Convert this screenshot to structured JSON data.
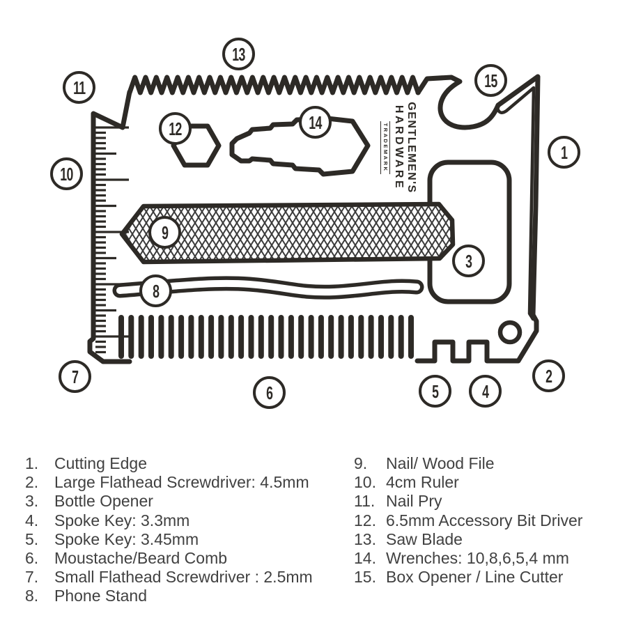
{
  "artwork": {
    "ink": "#2d2a26",
    "legend_text_color": "#414141",
    "saw_tooth_count": 27,
    "comb_tooth_count": 30,
    "ruler_tick_count": 44
  },
  "brand": {
    "line1": "GENTLEMEN'S",
    "line2": "HARDWARE",
    "trademark": "TRADEMARK"
  },
  "callout_numbers": [
    "1",
    "2",
    "3",
    "4",
    "5",
    "6",
    "7",
    "8",
    "9",
    "10",
    "11",
    "12",
    "13",
    "14",
    "15"
  ],
  "legend": {
    "left": [
      {
        "n": "1.",
        "label": "Cutting Edge"
      },
      {
        "n": "2.",
        "label": "Large Flathead Screwdriver: 4.5mm"
      },
      {
        "n": "3.",
        "label": "Bottle Opener"
      },
      {
        "n": "4.",
        "label": "Spoke Key: 3.3mm"
      },
      {
        "n": "5.",
        "label": "Spoke Key: 3.45mm"
      },
      {
        "n": "6.",
        "label": "Moustache/Beard Comb"
      },
      {
        "n": "7.",
        "label": "Small Flathead Screwdriver : 2.5mm"
      },
      {
        "n": "8.",
        "label": "Phone Stand"
      }
    ],
    "right": [
      {
        "n": "9.",
        "label": "Nail/ Wood File"
      },
      {
        "n": "10.",
        "label": "4cm Ruler"
      },
      {
        "n": "11.",
        "label": "Nail Pry"
      },
      {
        "n": "12.",
        "label": "6.5mm Accessory Bit Driver"
      },
      {
        "n": "13.",
        "label": "Saw Blade"
      },
      {
        "n": "14.",
        "label": "Wrenches: 10,8,6,5,4 mm"
      },
      {
        "n": "15.",
        "label": "Box Opener / Line Cutter"
      }
    ]
  }
}
